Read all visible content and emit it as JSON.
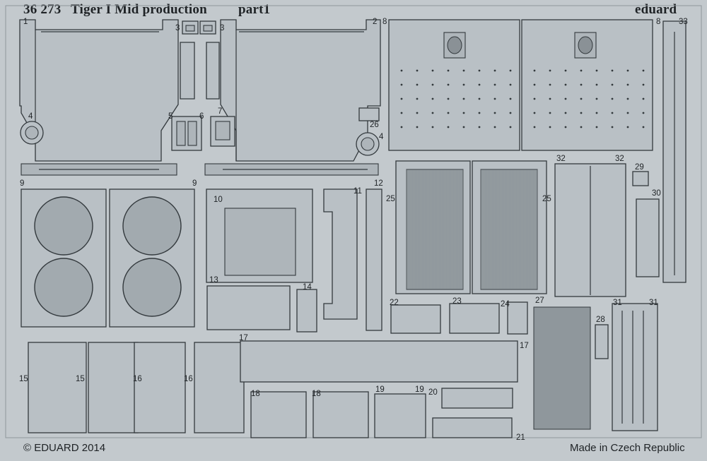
{
  "header": {
    "catalog_number": "36 273",
    "title": "Tiger I Mid production",
    "part": "part1",
    "brand": "eduard"
  },
  "footer": {
    "copyright": "© EDUARD 2014",
    "origin": "Made in Czech Republic"
  },
  "part_numbers": [
    "1",
    "2",
    "3",
    "3",
    "4",
    "4",
    "5",
    "6",
    "7",
    "8",
    "8",
    "9",
    "9",
    "10",
    "11",
    "12",
    "13",
    "14",
    "15",
    "15",
    "16",
    "16",
    "17",
    "17",
    "18",
    "18",
    "19",
    "19",
    "20",
    "21",
    "22",
    "23",
    "24",
    "25",
    "25",
    "26",
    "27",
    "28",
    "29",
    "30",
    "31",
    "31",
    "32",
    "32",
    "33"
  ],
  "colors": {
    "sheet": "#c3c9cd",
    "etch_line": "#33393d",
    "part_fill": "#b9c0c5",
    "text": "#1f2326"
  }
}
